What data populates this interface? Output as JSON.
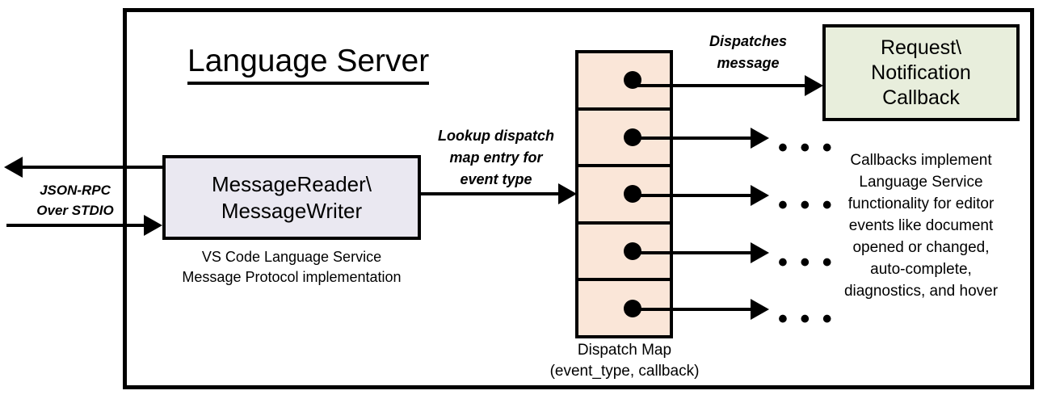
{
  "diagram": {
    "title": "Language Server",
    "frame_name": "language-server-boundary",
    "colors": {
      "stroke": "#000000",
      "reader_writer_fill": "#EAE8F1",
      "dispatch_map_fill": "#FAE6D8",
      "callback_fill": "#E8EEDC",
      "background": "#FFFFFF"
    }
  },
  "external": {
    "transport_label_line1": "JSON-RPC",
    "transport_label_line2": "Over STDIO",
    "outbound_arrow_name": "arrow-out-to-client",
    "inbound_arrow_name": "arrow-in-from-client"
  },
  "reader_writer": {
    "line1": "MessageReader\\",
    "line2": "MessageWriter",
    "caption_line1": "VS Code Language Service",
    "caption_line2": "Message Protocol implementation"
  },
  "lookup": {
    "line1": "Lookup dispatch",
    "line2": "map entry for",
    "line3": "event type"
  },
  "dispatch_map": {
    "caption_line1": "Dispatch Map",
    "caption_line2": "(event_type, callback)",
    "rows": [
      {
        "index": 1,
        "dot": true
      },
      {
        "index": 2,
        "dot": true
      },
      {
        "index": 3,
        "dot": true
      },
      {
        "index": 4,
        "dot": true
      },
      {
        "index": 5,
        "dot": true
      }
    ]
  },
  "dispatch": {
    "line1": "Dispatches",
    "line2": "message"
  },
  "callback": {
    "line1": "Request\\",
    "line2": "Notification",
    "line3": "Callback",
    "caption": "Callbacks implement Language Service functionality for editor events like document opened or changed, auto-complete, diagnostics, and hover",
    "caption_lines": [
      "Callbacks implement",
      "Language Service",
      "functionality for editor",
      "events like document",
      "opened or changed,",
      "auto-complete,",
      "diagnostics, and hover"
    ]
  },
  "ellipsis": {
    "glyph": "• • •",
    "count": 4
  }
}
